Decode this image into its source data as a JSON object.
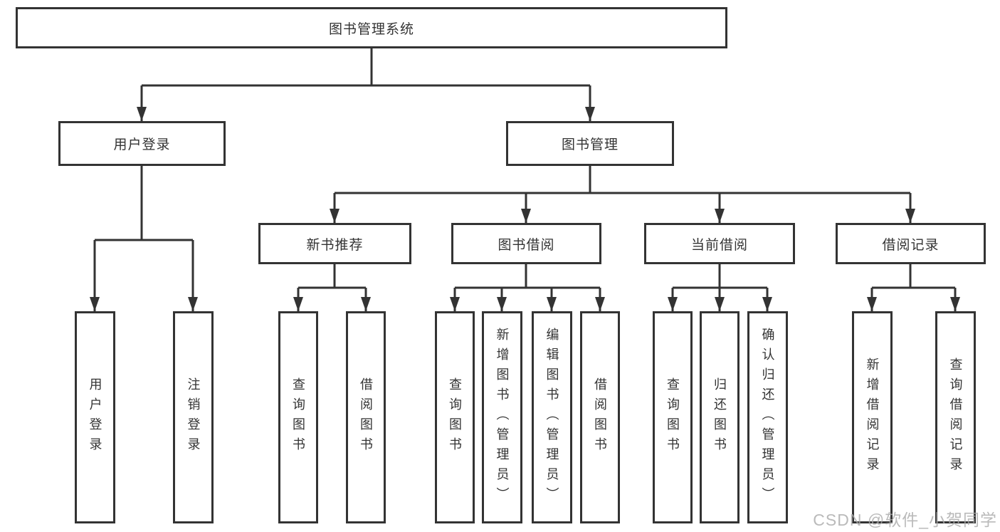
{
  "tree": {
    "label": "图书管理系统",
    "children": [
      {
        "label": "用户登录",
        "children": [
          {
            "label": "用户登录"
          },
          {
            "label": "注销登录"
          }
        ]
      },
      {
        "label": "图书管理",
        "children": [
          {
            "label": "新书推荐",
            "children": [
              {
                "label": "查询图书"
              },
              {
                "label": "借阅图书"
              }
            ]
          },
          {
            "label": "图书借阅",
            "children": [
              {
                "label": "查询图书"
              },
              {
                "label": "新增图书（管理员）"
              },
              {
                "label": "编辑图书（管理员）"
              },
              {
                "label": "借阅图书"
              }
            ]
          },
          {
            "label": "当前借阅",
            "children": [
              {
                "label": "查询图书"
              },
              {
                "label": "归还图书"
              },
              {
                "label": "确认归还（管理员）"
              }
            ]
          },
          {
            "label": "借阅记录",
            "children": [
              {
                "label": "新增借阅记录"
              },
              {
                "label": "查询借阅记录"
              }
            ]
          }
        ]
      }
    ]
  },
  "watermark": "CSDN @软件_小贺同学",
  "colors": {
    "line": "#333333",
    "box_border": "#333333",
    "box_fill": "#ffffff",
    "text": "#333333",
    "background": "#ffffff",
    "watermark": "#a9a9a9"
  }
}
